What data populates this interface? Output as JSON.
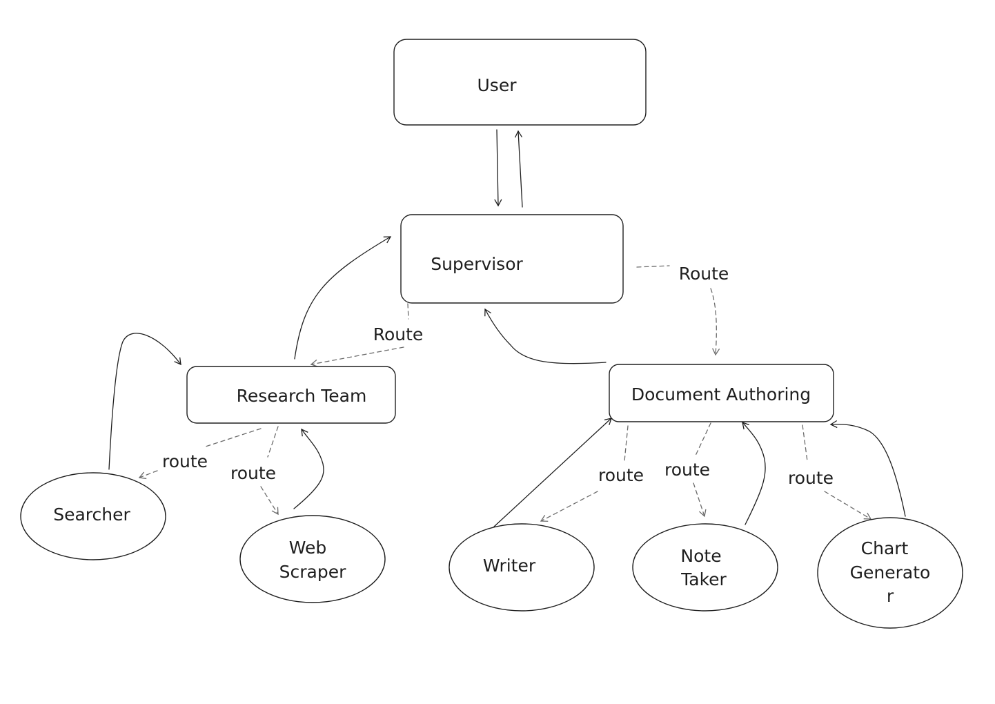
{
  "nodes": {
    "user": {
      "label": "User"
    },
    "supervisor": {
      "label": "Supervisor"
    },
    "research_team": {
      "label": "Research Team"
    },
    "document_authoring": {
      "label": "Document Authoring"
    },
    "searcher": {
      "label": "Searcher"
    },
    "web_scraper": {
      "label_lines": [
        "Web",
        "Scraper"
      ]
    },
    "writer": {
      "label": "Writer"
    },
    "note_taker": {
      "label_lines": [
        "Note",
        "Taker"
      ]
    },
    "chart_generator": {
      "label_lines": [
        "Chart",
        "Generato",
        "r"
      ]
    }
  },
  "edge_labels": {
    "supervisor_to_research": "Route",
    "supervisor_to_document": "Route",
    "research_to_searcher": "route",
    "research_to_web_scraper": "route",
    "document_to_writer": "route",
    "document_to_note_taker": "route",
    "document_to_chart_generator": "route"
  },
  "colors": {
    "stroke": "#1e1e1e",
    "dashed_stroke": "#6b6b6b",
    "background": "#ffffff"
  }
}
